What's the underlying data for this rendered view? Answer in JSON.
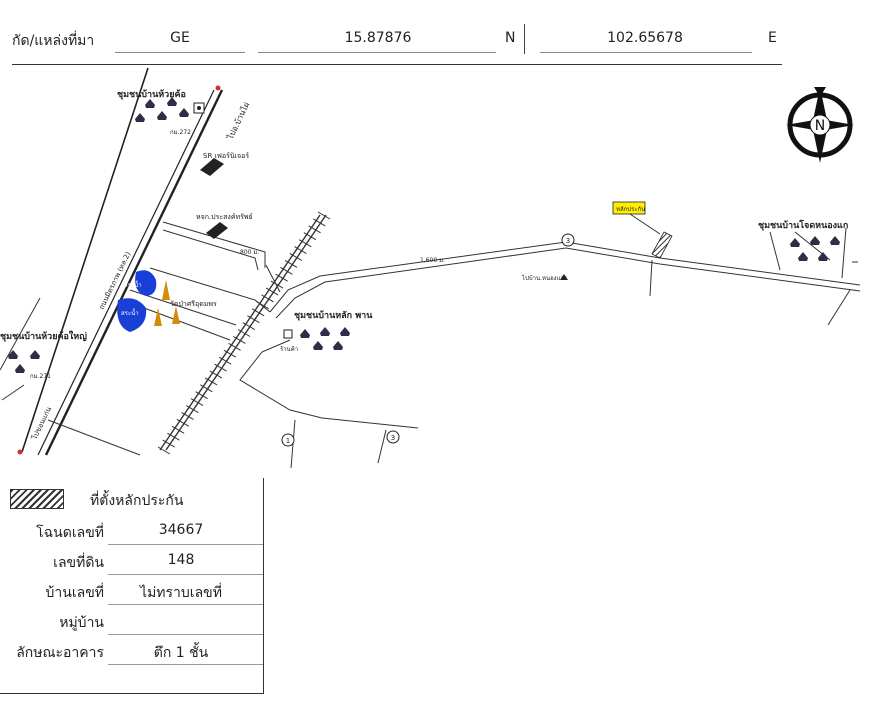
{
  "header": {
    "label": "กัด/แหล่งที่มา",
    "source": "GE",
    "lat": "15.87876",
    "lat_unit": "N",
    "lon": "102.65678",
    "lon_unit": "E"
  },
  "map": {
    "compass_letter": "N",
    "communities": [
      "ชุมชนบ้านห้วยค้อ",
      "ชุมชนบ้านโจดหนองแก",
      "ชุมชนบ้านหลัก พาน",
      "ชุมชนบ้านห้วยค้อใหญ่"
    ],
    "labels": {
      "to_ban_phai": "ไปอ.บ้านไผ่",
      "to_khon_kaen": "ไปขอนแก่น",
      "km272": "กม.272",
      "km271": "กม.271",
      "sr_water": "SR เฟอร์นิเจอร์",
      "shop": "หจก.ประสงค์ทรัพย์",
      "dist_800": "800 ม.",
      "dist_1600": "1,600 ม.",
      "temple": "วัดป่าศรีอุดมพร",
      "to_nongmuang": "ไปบ้าน.หนองแวง",
      "small_shop": "ร้านค้า",
      "collateral": "หลักประกัน",
      "main_road": "ถนนมิตรภาพ (ทล.2)",
      "route_3a": "3",
      "route_3b": "3",
      "route_1": "1"
    },
    "pond_labels": [
      "สระน้ำ",
      "สระน้ำ"
    ]
  },
  "legend": {
    "title": "ที่ตั้งหลักประกัน",
    "rows": [
      {
        "label": "โฉนดเลขที่",
        "value": "34667"
      },
      {
        "label": "เลขที่ดิน",
        "value": "148"
      },
      {
        "label": "บ้านเลขที่",
        "value": "ไม่ทราบเลขที่"
      },
      {
        "label": "หมู่บ้าน",
        "value": ""
      },
      {
        "label": "ลักษณะอาคาร",
        "value": "ตึก 1 ชั้น"
      }
    ]
  },
  "colors": {
    "pond": "#1a3fd6",
    "temple": "#d48a0a",
    "house": "#2c2f48",
    "collateral_tag": "#ffee00",
    "line": "#222222"
  }
}
